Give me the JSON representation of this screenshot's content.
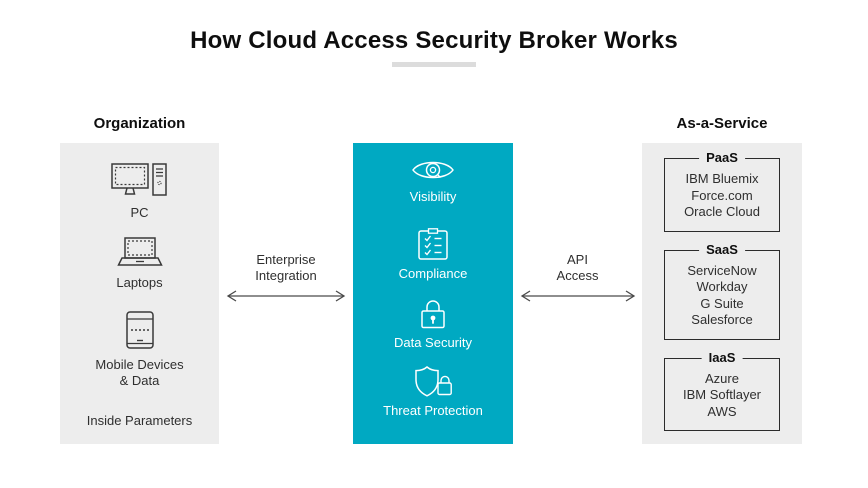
{
  "title": "How Cloud Access Security Broker Works",
  "organization": {
    "header": "Organization",
    "items": [
      {
        "icon": "pc-icon",
        "label": "PC"
      },
      {
        "icon": "laptop-icon",
        "label": "Laptops"
      },
      {
        "icon": "mobile-icon",
        "label": "Mobile Devices",
        "label_line2": "& Data"
      }
    ],
    "footer": "Inside Parameters"
  },
  "broker": {
    "items": [
      {
        "icon": "visibility-eye-icon",
        "label": "Visibility"
      },
      {
        "icon": "compliance-checklist-icon",
        "label": "Compliance"
      },
      {
        "icon": "padlock-icon",
        "label": "Data Security"
      },
      {
        "icon": "shield-lock-icon",
        "label": "Threat Protection"
      }
    ]
  },
  "connectors": {
    "left": {
      "lines": [
        "Enterprise",
        "Integration"
      ]
    },
    "right": {
      "lines": [
        "API",
        "Access"
      ]
    }
  },
  "services": {
    "header": "As-a-Service",
    "groups": [
      {
        "name": "PaaS",
        "items": [
          "IBM Bluemix",
          "Force.com",
          "Oracle Cloud"
        ]
      },
      {
        "name": "SaaS",
        "items": [
          "ServiceNow",
          "Workday",
          "G Suite",
          "Salesforce"
        ]
      },
      {
        "name": "IaaS",
        "items": [
          "Azure",
          "IBM Softlayer",
          "AWS"
        ]
      }
    ]
  },
  "colors": {
    "broker_teal": "#00a9c2",
    "panel_gray": "#ededed",
    "title_underline_gray": "#dcdcdc",
    "text_dark": "#2f2f2f",
    "arrow_gray": "#4a4a4a"
  }
}
